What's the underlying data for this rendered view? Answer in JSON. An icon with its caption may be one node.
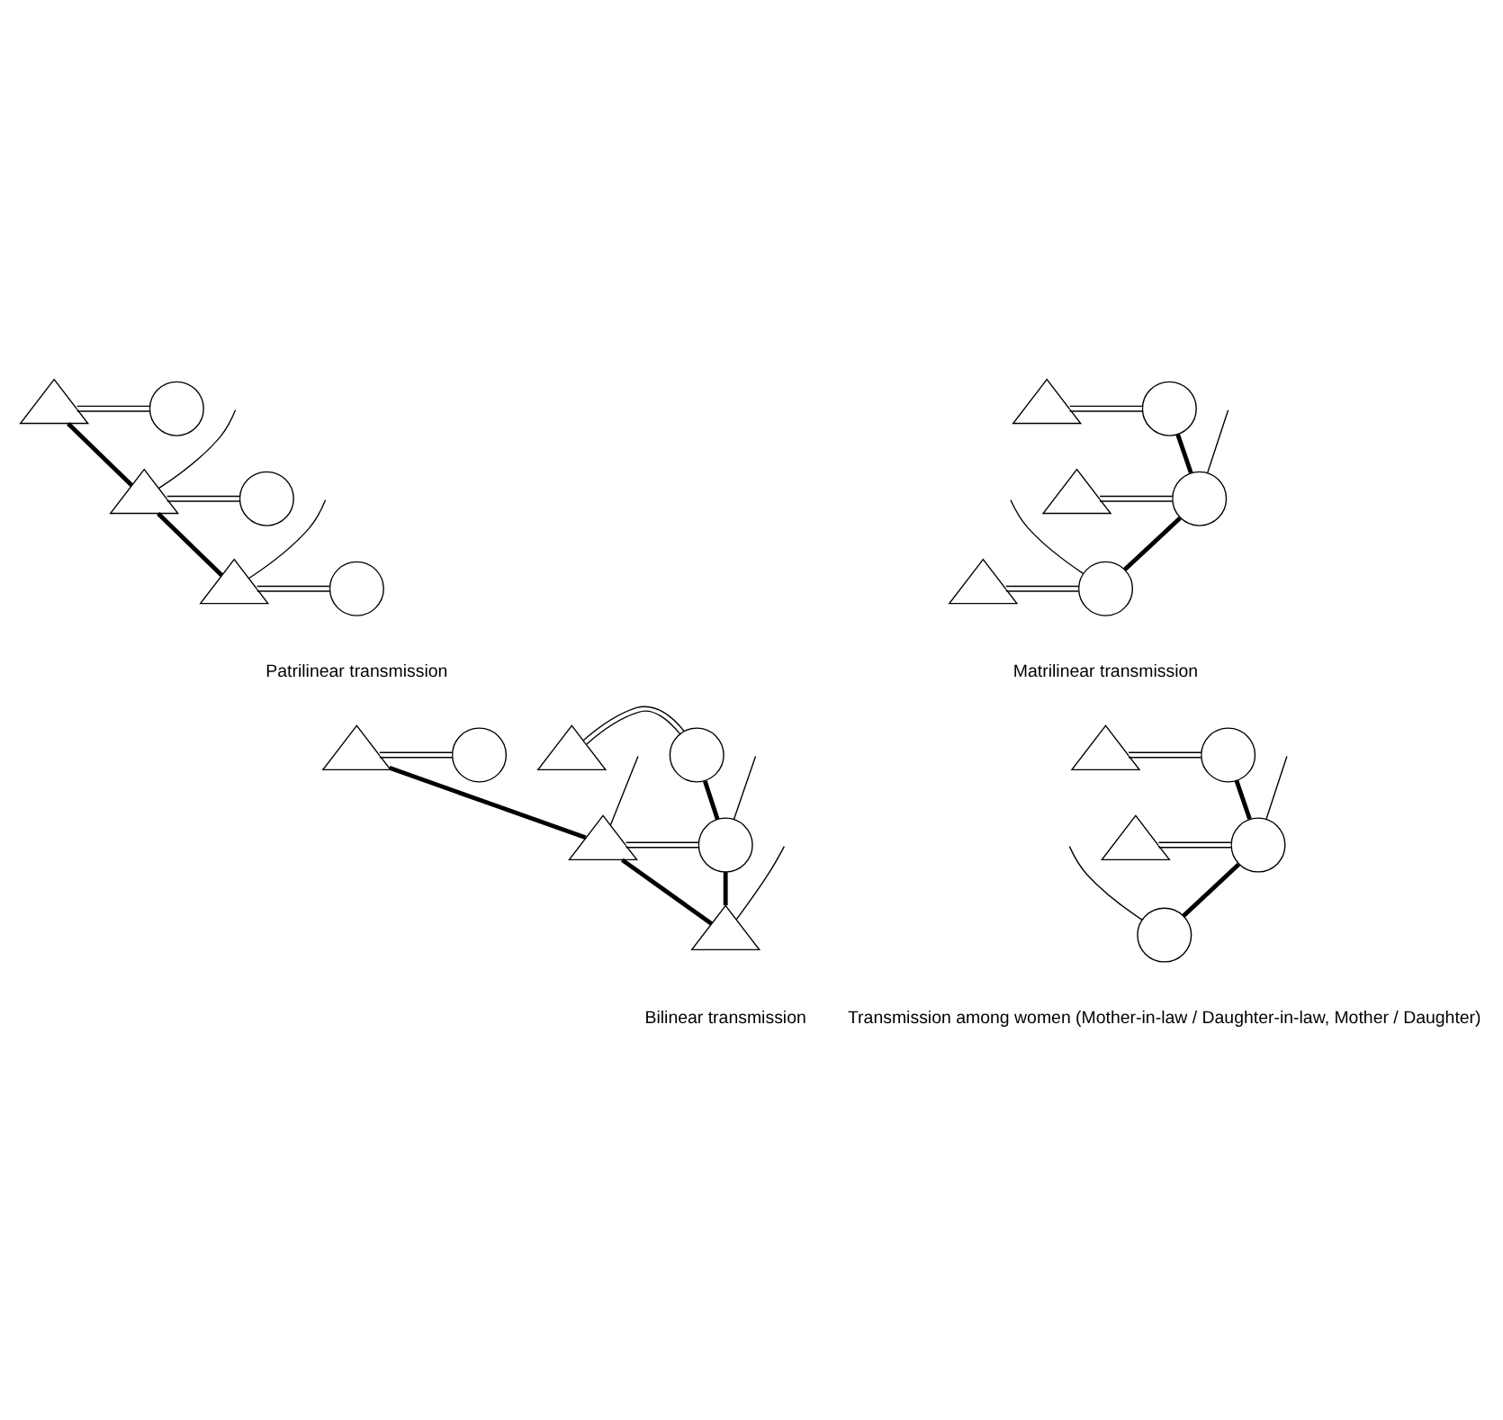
{
  "diagram": {
    "nodes": [
      {
        "text": [],
        "shape": "triangle"
      },
      {
        "text": [],
        "shape": "circle"
      },
      {
        "text": [],
        "shape": "triangle"
      },
      {
        "text": [],
        "shape": "circle"
      },
      {
        "text": [],
        "shape": "triangle"
      },
      {
        "text": [],
        "shape": "circle"
      },
      {
        "text": [],
        "shape": "triangle"
      },
      {
        "text": [],
        "shape": "circle"
      },
      {
        "text": [],
        "shape": "triangle"
      },
      {
        "text": [],
        "shape": "circle"
      },
      {
        "text": [],
        "shape": "triangle"
      },
      {
        "text": [],
        "shape": "circle"
      },
      {
        "text": [],
        "shape": "triangle"
      },
      {
        "text": [],
        "shape": "circle"
      },
      {
        "text": [],
        "shape": "triangle"
      },
      {
        "text": [],
        "shape": "circle"
      },
      {
        "text": [],
        "shape": "triangle"
      },
      {
        "text": [],
        "shape": "circle"
      },
      {
        "text": [],
        "shape": "triangle"
      },
      {
        "text": [],
        "shape": "triangle"
      },
      {
        "text": [],
        "shape": "circle"
      },
      {
        "text": [],
        "shape": "triangle"
      },
      {
        "text": [],
        "shape": "circle"
      },
      {
        "text": [],
        "shape": "circle"
      }
    ],
    "edges": [
      {
        "from": 0,
        "to": 1,
        "arrow": "none"
      },
      {
        "from": null,
        "to": 2,
        "arrow": "none"
      },
      {
        "from": 2,
        "to": 3,
        "arrow": "none"
      },
      {
        "from": null,
        "to": 4,
        "arrow": "none"
      },
      {
        "from": 4,
        "to": 5,
        "arrow": "none"
      },
      {
        "from": 0,
        "to": 2,
        "arrow": "none",
        "style": "thick"
      },
      {
        "from": 2,
        "to": 4,
        "arrow": "none",
        "style": "thick"
      },
      {
        "from": 6,
        "to": 7,
        "arrow": "none"
      },
      {
        "from": null,
        "to": 9,
        "arrow": "none"
      },
      {
        "from": 8,
        "to": 9,
        "arrow": "none"
      },
      {
        "from": null,
        "to": 11,
        "arrow": "none"
      },
      {
        "from": 10,
        "to": 11,
        "arrow": "none"
      },
      {
        "from": 7,
        "to": 9,
        "arrow": "none",
        "style": "thick"
      },
      {
        "from": 9,
        "to": 11,
        "arrow": "none",
        "style": "thick"
      },
      {
        "from": 12,
        "to": 13,
        "arrow": "none"
      },
      {
        "from": 14,
        "to": 15,
        "arrow": "none"
      },
      {
        "from": null,
        "to": 16,
        "arrow": "none"
      },
      {
        "from": null,
        "to": 17,
        "arrow": "none"
      },
      {
        "from": 16,
        "to": 17,
        "arrow": "none"
      },
      {
        "from": null,
        "to": 18,
        "arrow": "none"
      },
      {
        "from": 12,
        "to": 16,
        "arrow": "none",
        "style": "thick"
      },
      {
        "from": 16,
        "to": 18,
        "arrow": "none",
        "style": "thick"
      },
      {
        "from": 15,
        "to": 17,
        "arrow": "none",
        "style": "thick"
      },
      {
        "from": 17,
        "to": 18,
        "arrow": "none",
        "style": "thick"
      },
      {
        "from": 19,
        "to": 20,
        "arrow": "none"
      },
      {
        "from": null,
        "to": 22,
        "arrow": "none"
      },
      {
        "from": 21,
        "to": 22,
        "arrow": "none"
      },
      {
        "from": null,
        "to": 23,
        "arrow": "none"
      },
      {
        "from": 20,
        "to": 22,
        "arrow": "none",
        "style": "thick"
      },
      {
        "from": 22,
        "to": 23,
        "arrow": "none",
        "style": "thick"
      }
    ],
    "labels": [
      "Patrilinear transmission",
      "Matrilinear transmission",
      "Bilinear transmission",
      "Transmission among women (Mother-in-law / Daughter-in-law, Mother / Daughter)"
    ]
  }
}
